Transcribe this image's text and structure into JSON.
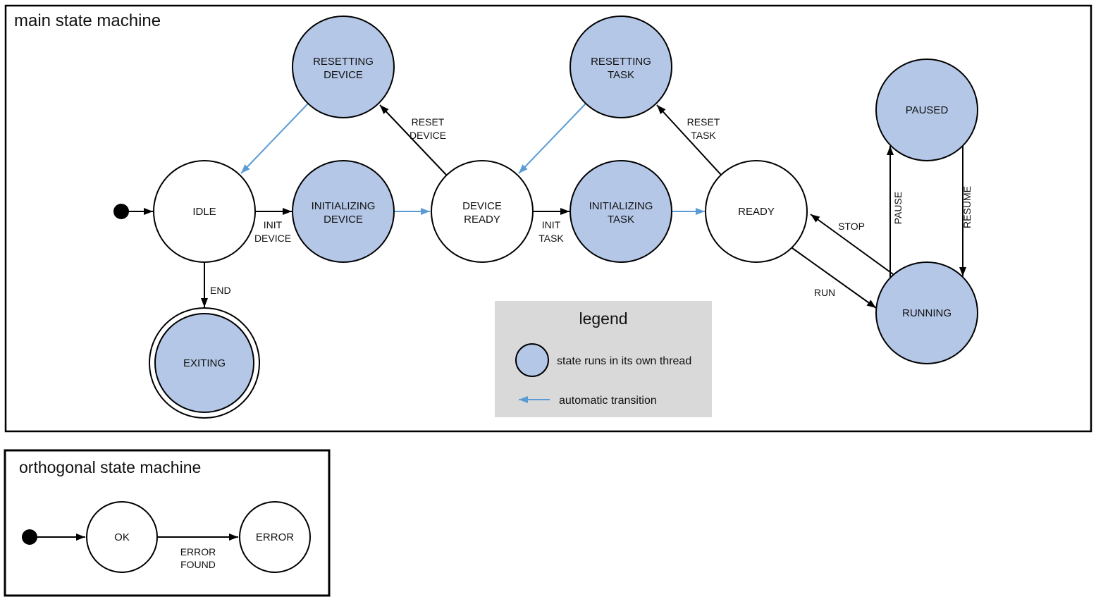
{
  "colors": {
    "thread_state_fill": "#b4c7e7",
    "plain_state_fill": "#ffffff",
    "auto_transition": "#5b9bd5",
    "legend_bg": "#d9d9d9",
    "line": "#000000"
  },
  "main_machine": {
    "title": "main state machine",
    "states": {
      "idle": {
        "label": "IDLE"
      },
      "resetting_device": {
        "line1": "RESETTING",
        "line2": "DEVICE"
      },
      "initializing_device": {
        "line1": "INITIALIZING",
        "line2": "DEVICE"
      },
      "device_ready": {
        "line1": "DEVICE",
        "line2": "READY"
      },
      "resetting_task": {
        "line1": "RESETTING",
        "line2": "TASK"
      },
      "initializing_task": {
        "line1": "INITIALIZING",
        "line2": "TASK"
      },
      "ready": {
        "label": "READY"
      },
      "paused": {
        "label": "PAUSED"
      },
      "running": {
        "label": "RUNNING"
      },
      "exiting": {
        "label": "EXITING"
      }
    },
    "transitions": {
      "init_device": {
        "line1": "INIT",
        "line2": "DEVICE"
      },
      "reset_device": {
        "line1": "RESET",
        "line2": "DEVICE"
      },
      "init_task": {
        "line1": "INIT",
        "line2": "TASK"
      },
      "reset_task": {
        "line1": "RESET",
        "line2": "TASK"
      },
      "run": {
        "label": "RUN"
      },
      "stop": {
        "label": "STOP"
      },
      "pause": {
        "label": "PAUSE"
      },
      "resume": {
        "label": "RESUME"
      },
      "end": {
        "label": "END"
      }
    }
  },
  "legend": {
    "title": "legend",
    "thread_label": "state runs in its own thread",
    "auto_label": "automatic transition"
  },
  "orthogonal_machine": {
    "title": "orthogonal state machine",
    "states": {
      "ok": {
        "label": "OK"
      },
      "error": {
        "label": "ERROR"
      }
    },
    "transitions": {
      "error_found": {
        "line1": "ERROR",
        "line2": "FOUND"
      }
    }
  }
}
